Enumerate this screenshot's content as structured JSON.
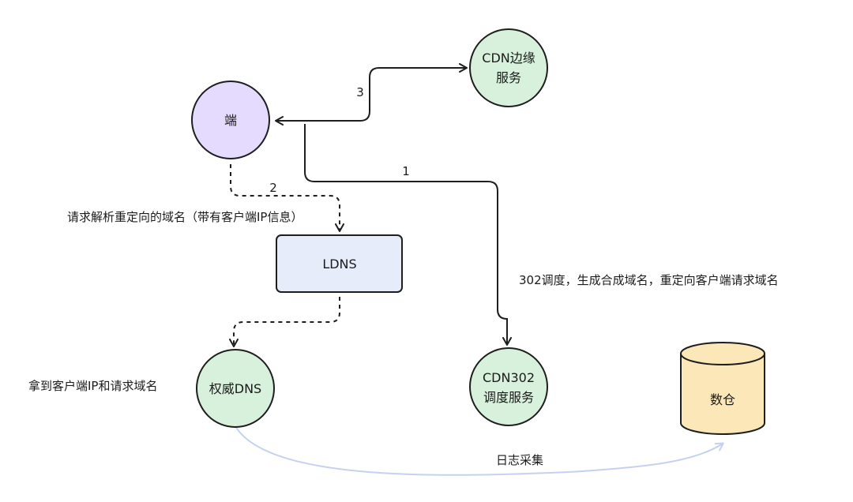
{
  "colors": {
    "stroke": "#1e1e1e",
    "client_fill": "#e5dbff",
    "node_fill": "#d8f1dc",
    "ldns_fill": "#e7ecfb",
    "db_fill": "#fbe7b8",
    "log_line": "#c5d1f0"
  },
  "nodes": {
    "client": "端",
    "cdn_edge": [
      "CDN边缘",
      "服务"
    ],
    "ldns": "LDNS",
    "auth_dns": "权威DNS",
    "cdn302": [
      "CDN302",
      "调度服务"
    ],
    "warehouse": "数仓"
  },
  "edges": {
    "step1": "1",
    "step2": "2",
    "step3": "3"
  },
  "labels": {
    "ldns_request": "请求解析重定向的域名（带有客户端IP信息）",
    "cdn302_desc": "302调度，生成合成域名，重定向客户端请求域名",
    "auth_dns_desc": "拿到客户端IP和请求域名",
    "log_collect": "日志采集"
  }
}
